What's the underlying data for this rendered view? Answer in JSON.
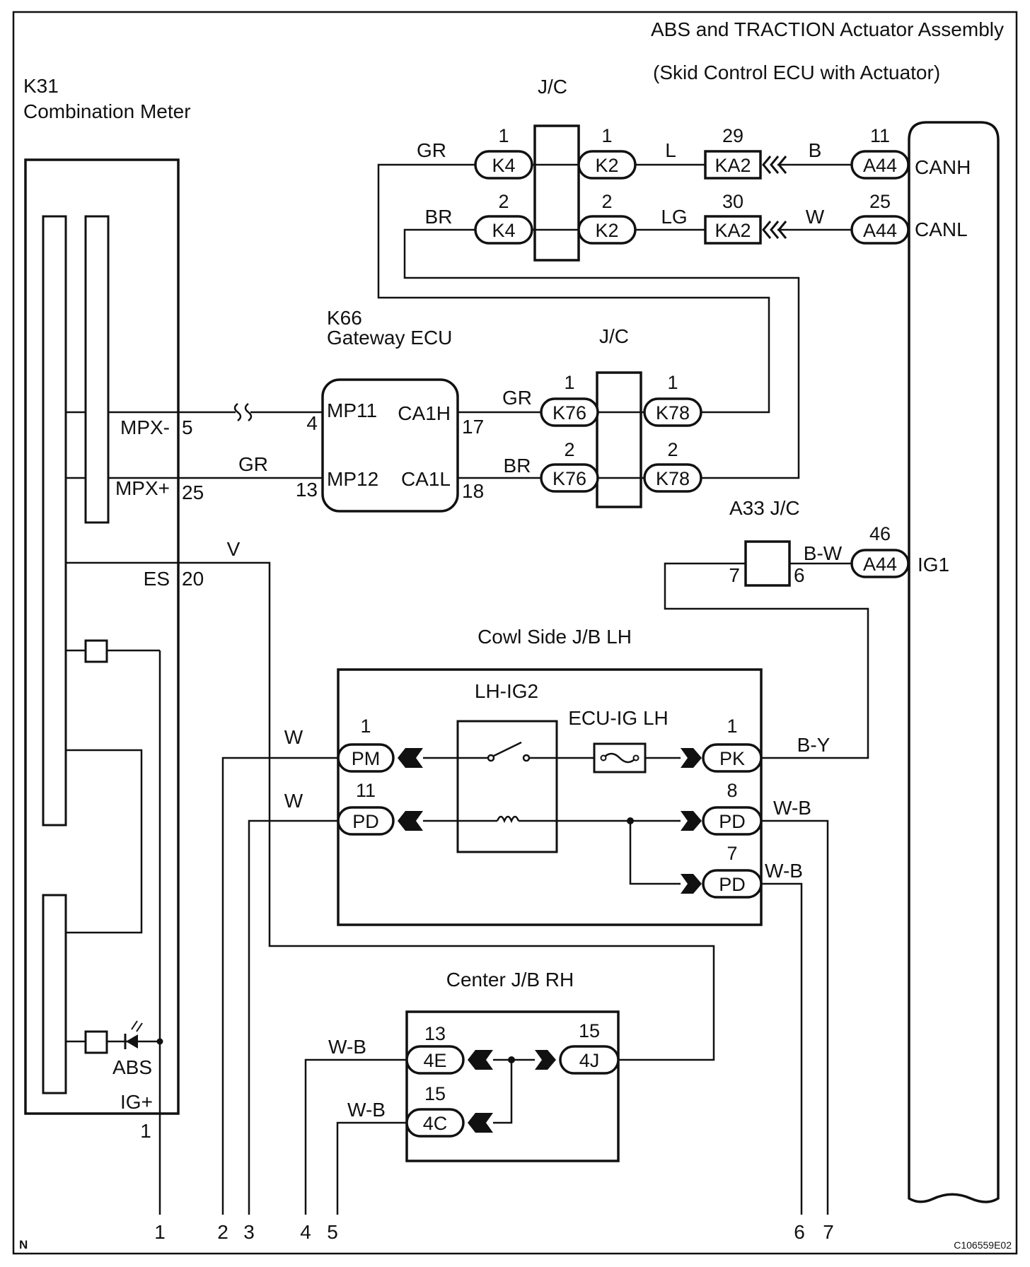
{
  "components": {
    "abs_assembly": {
      "name": "ABS and TRACTION Actuator Assembly",
      "subtitle": "(Skid Control ECU with Actuator)"
    },
    "combination_meter": {
      "code": "K31",
      "name": "Combination Meter"
    },
    "gateway_ecu": {
      "code": "K66",
      "name": "Gateway ECU",
      "pins": {
        "mp11": "MP11",
        "mp12": "MP12",
        "ca1h": "CA1H",
        "ca1l": "CA1L"
      }
    },
    "jc_top": "J/C",
    "jc_mid": "J/C",
    "a33_jc": "A33 J/C",
    "cowl_jb": "Cowl Side J/B LH",
    "center_jb": "Center J/B RH",
    "relay": "LH-IG2",
    "fuse": "ECU-IG LH"
  },
  "connectors": {
    "k4": "K4",
    "k2": "K2",
    "ka2": "KA2",
    "a44": "A44",
    "k76": "K76",
    "k78": "K78",
    "pm": "PM",
    "pd": "PD",
    "pk": "PK",
    "e4": "4E",
    "c4": "4C",
    "j4": "4J"
  },
  "pins": {
    "k4_1": "1",
    "k2_1": "1",
    "ka2_29": "29",
    "a44_11": "11",
    "k4_2": "2",
    "k2_2": "2",
    "ka2_30": "30",
    "a44_25": "25",
    "mpx_minus_pin": "5",
    "mpx_plus_pin": "25",
    "es_pin": "20",
    "igp_pin": "1",
    "mp11_pin": "4",
    "mp12_pin": "13",
    "ca1h_pin": "17",
    "ca1l_pin": "18",
    "k76_1": "1",
    "k78_1": "1",
    "k76_2": "2",
    "k78_2": "2",
    "a33_7": "7",
    "a33_6": "6",
    "a44_46": "46",
    "pm_1": "1",
    "pd_11": "11",
    "pk_1": "1",
    "pd_8": "8",
    "pd_7": "7",
    "e4_13": "13",
    "c4_15": "15",
    "j4_15": "15"
  },
  "signals": {
    "canh": "CANH",
    "canl": "CANL",
    "ig1": "IG1",
    "mpx_minus": "MPX-",
    "mpx_plus": "MPX+",
    "es": "ES",
    "igp": "IG+",
    "abs": "ABS"
  },
  "wires": {
    "gr1": "GR",
    "br1": "BR",
    "l": "L",
    "lg": "LG",
    "b": "B",
    "w1": "W",
    "gr2": "GR",
    "gr3": "GR",
    "br2": "BR",
    "v": "V",
    "bw": "B-W",
    "w_pm": "W",
    "w_pd": "W",
    "by": "B-Y",
    "wb_pd8": "W-B",
    "wb_pd7": "W-B",
    "wb_4e": "W-B",
    "wb_4c": "W-B"
  },
  "bottom_terminals": [
    "1",
    "2",
    "3",
    "4",
    "5",
    "6",
    "7"
  ],
  "corner_left": "N",
  "figure_code": "C106559E02"
}
